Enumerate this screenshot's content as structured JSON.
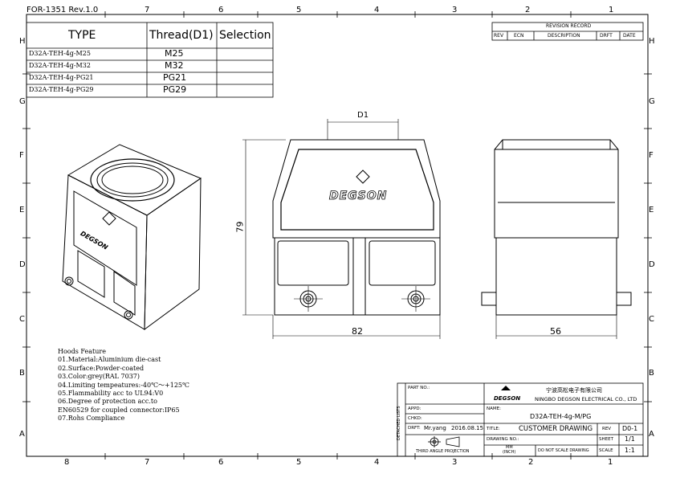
{
  "form_id": "FOR-1351 Rev.1.0",
  "grid": {
    "columns": [
      "8",
      "7",
      "6",
      "5",
      "4",
      "3",
      "2",
      "1"
    ],
    "rows": [
      "H",
      "G",
      "F",
      "E",
      "D",
      "C",
      "B",
      "A"
    ]
  },
  "type_table": {
    "headers": [
      "TYPE",
      "Thread(D1)",
      "Selection"
    ],
    "rows": [
      {
        "type": "D32A-TEH-4g-M25",
        "thread": "M25",
        "selection": ""
      },
      {
        "type": "D32A-TEH-4g-M32",
        "thread": "M32",
        "selection": ""
      },
      {
        "type": "D32A-TEH-4g-PG21",
        "thread": "PG21",
        "selection": ""
      },
      {
        "type": "D32A-TEH-4g-PG29",
        "thread": "PG29",
        "selection": ""
      }
    ]
  },
  "revision_record": {
    "title": "REVISION RECORD",
    "headers": [
      "REV",
      "ECN",
      "DESCRIPTION",
      "DRFT",
      "DATE"
    ]
  },
  "dimensions": {
    "d1_label": "D1",
    "height": "79",
    "width_front": "82",
    "width_side": "56"
  },
  "brand": "DEGSON",
  "notes": {
    "title": "Hoods Feature",
    "items": [
      "01.Material:Aluminium die-cast",
      "02.Surface:Powder-coated",
      "03.Color:grey(RAL 7037)",
      "04.Limiting tempeatures:-40℃～+125℃",
      "05.Flammability acc to UL94:V0",
      "06.Degree of protection acc.to",
      "   EN60529 for coupled connector:IP65",
      "07.Rohs Compliance"
    ]
  },
  "title_block": {
    "side_label": "DETACHED LISTS",
    "part_no_label": "PART NO.:",
    "appd_label": "APPD:",
    "chkd_label": "CHKD:",
    "drft_label": "DRFT:",
    "drafter": "Mr.yang",
    "date": "2016.08.15",
    "projection": "THIRD ANGLE PROJECTION",
    "company_cn": "宁波高松电子有限公司",
    "company_en": "NINGBO DEGSON ELECTRICAL CO., LTD",
    "logo_text": "DEGSON",
    "name_label": "NAME:",
    "name_value": "D32A-TEH-4g-M/PG",
    "title_label": "TITLE:",
    "title_value": "CUSTOMER DRAWING",
    "rev_label": "REV",
    "rev_value": "D0-1",
    "drawing_no_label": "DRAWING NO.:",
    "sheet_label": "SHEET",
    "sheet_value": "1/1",
    "unit_top": "MM",
    "unit_bottom": "(INCH)",
    "no_scale": "DO NOT SCALE DRAWING",
    "scale_label": "SCALE",
    "scale_value": "1:1"
  }
}
